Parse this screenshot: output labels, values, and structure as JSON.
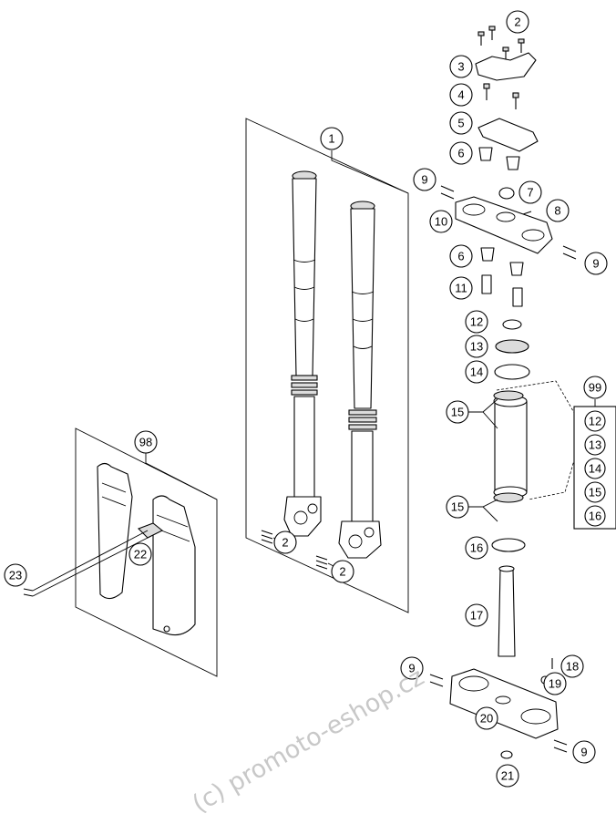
{
  "watermark": "(c) promoto-eshop.cz",
  "callouts": {
    "c1": "1",
    "c2a": "2",
    "c2b": "2",
    "c2c": "2",
    "c3": "3",
    "c4": "4",
    "c5": "5",
    "c6a": "6",
    "c6b": "6",
    "c7": "7",
    "c8": "8",
    "c9a": "9",
    "c9b": "9",
    "c9c": "9",
    "c9d": "9",
    "c10": "10",
    "c11": "11",
    "c12": "12",
    "c13": "13",
    "c14": "14",
    "c15a": "15",
    "c15b": "15",
    "c16": "16",
    "c17": "17",
    "c18": "18",
    "c19": "19",
    "c20": "20",
    "c21": "21",
    "c22": "22",
    "c23": "23",
    "c98": "98",
    "c99": "99"
  },
  "kit_99_items": [
    "12",
    "13",
    "14",
    "15",
    "16"
  ]
}
